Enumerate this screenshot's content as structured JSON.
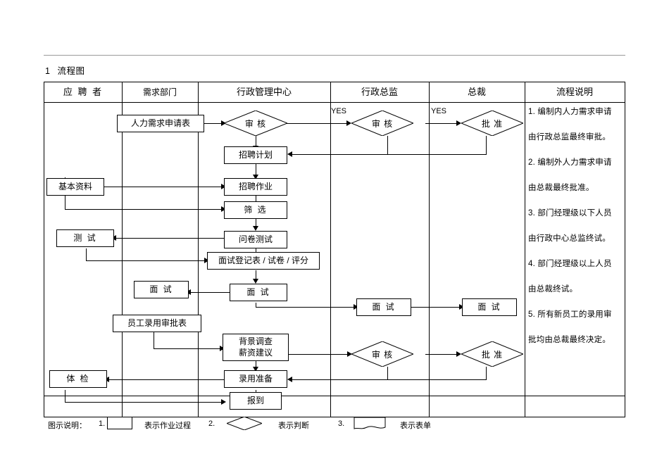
{
  "document": {
    "section_number": "1",
    "section_title": "流程图"
  },
  "table": {
    "columns": [
      {
        "label": "应 聘 者"
      },
      {
        "label": "需求部门"
      },
      {
        "label": "行政管理中心"
      },
      {
        "label": "行政总监"
      },
      {
        "label": "总裁"
      },
      {
        "label": "流程说明"
      }
    ]
  },
  "nodes": {
    "hr_request_form": "人力需求申请表",
    "review1": "审 核",
    "review2": "审 核",
    "approve1": "批 准",
    "recruit_plan": "招聘计划",
    "recruit_work": "招聘作业",
    "basic_info": "基本资料",
    "screening": "筛 选",
    "questionnaire": "问卷测试",
    "test": "测 试",
    "interview_form": "面试登记表 / 试卷 / 评分",
    "interview_dept": "面 试",
    "interview_admin": "面 试",
    "interview_director": "面 试",
    "interview_president": "面 试",
    "employee_approval_form": "员工录用审批表",
    "background_salary_line1": "背景调查",
    "background_salary_line2": "薪资建议",
    "review3": "审 核",
    "approve2": "批 准",
    "hire_prepare": "录用准备",
    "physical_exam": "体  检",
    "report_duty": "报到"
  },
  "labels": {
    "yes1": "YES",
    "yes2": "YES"
  },
  "description": {
    "lines": [
      "1. 编制内人力需求申请",
      "由行政总监最终审批。",
      "2. 编制外人力需求申请",
      "由总裁最终批准。",
      "3. 部门经理级以下人员",
      "由行政中心总监终试。",
      "4. 部门经理级以上人员",
      "由总裁终试。",
      "5. 所有新员工的录用审",
      "批均由总裁最终决定。"
    ]
  },
  "legend": {
    "title": "图示说明：",
    "item1_num": "1.",
    "item1_text": "表示作业过程",
    "item2_num": "2.",
    "item2_text": "表示判断",
    "item3_num": "3.",
    "item3_text": "表示表单"
  }
}
